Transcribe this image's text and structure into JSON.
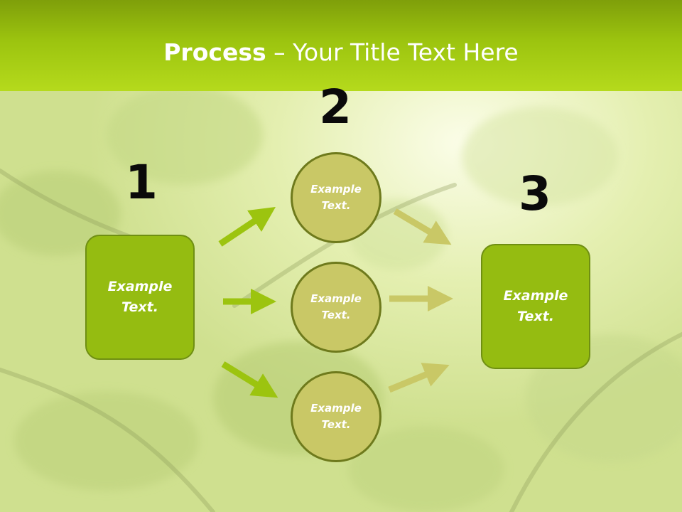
{
  "title": {
    "bold": "Process",
    "rest": " – Your Title Text Here"
  },
  "steps": [
    {
      "number": "1",
      "text": "Example\nText."
    },
    {
      "number": "2",
      "text": "Example\nText."
    },
    {
      "number": "3",
      "text": "Example\nText."
    }
  ],
  "circles": [
    {
      "text": "Example\nText."
    },
    {
      "text": "Example\nText."
    },
    {
      "text": "Example\nText."
    }
  ],
  "colors": {
    "header": "#9cc40f",
    "box_fill": "#95bc11",
    "circle_fill": "#c9c866",
    "arrow_left": "#9cc40f",
    "arrow_right": "#c9c866"
  }
}
